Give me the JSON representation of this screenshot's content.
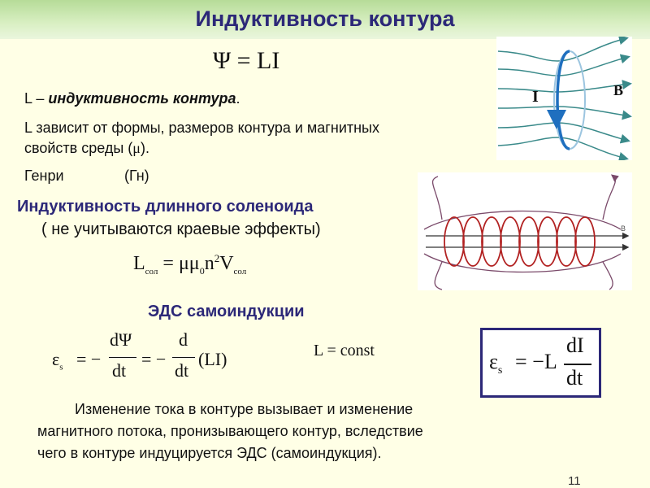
{
  "page": {
    "title": "Индуктивность контура",
    "page_number": "11"
  },
  "formulas": {
    "flux": "Ψ = LI",
    "solenoid_L": "L",
    "solenoid_L_sub": "сол",
    "solenoid_rhs": "= μμ",
    "solenoid_mu_sub": "0",
    "solenoid_n": "n",
    "solenoid_n_sup": "2",
    "solenoid_V": "V",
    "solenoid_V_sub": "сол",
    "emf_eps": "ε",
    "emf_eps_sub": "s",
    "emf_eq": "= −",
    "emf_num1": "dΨ",
    "emf_den1": "dt",
    "emf_eq2": "= −",
    "emf_num2": "d",
    "emf_den2": "dt",
    "emf_tail": "(LI)",
    "const": "L = const",
    "box_eps": "ε",
    "box_sub": "s",
    "box_eq": "= −L",
    "box_num": "dI",
    "box_den": "dt"
  },
  "text": {
    "def_L": "L",
    "def_dash": " – ",
    "def_rest": "индуктивность контура",
    "def_dot": ".",
    "depends_line1": "L зависит от формы, размеров контура и магнитных",
    "depends_line2_a": "свойств среды (",
    "depends_mu": "μ",
    "depends_line2_b": ").",
    "unit_name": "Генри",
    "unit_abbr": "(Гн)",
    "solenoid_heading": "Индуктивность длинного соленоида",
    "solenoid_note": "( не учитываются краевые эффекты)",
    "emf_heading": "ЭДС самоиндукции",
    "para_line1": "Изменение тока в контуре вызывает и изменение",
    "para_line2": "магнитного потока, пронизывающего контур, вследствие",
    "para_line3": "чего в контуре индуцируется ЭДС (самоиндукция)."
  },
  "figures": {
    "loop_label_I": "I",
    "loop_label_B": "B",
    "solenoid_label_B": "B",
    "field_color": "#3a8a8a",
    "loop_color": "#1f6fbf",
    "coil_color": "#b22222",
    "solenoid_field_color": "#7a4a6a"
  }
}
